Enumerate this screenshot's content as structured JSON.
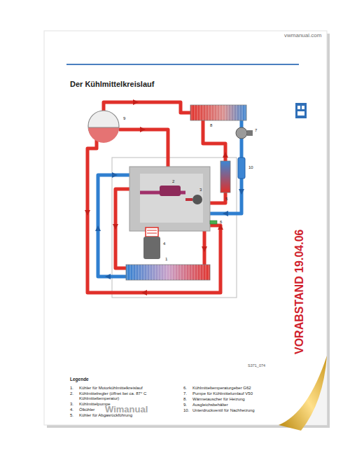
{
  "diagram": {
    "title": "Der Kühlmittelkreislauf",
    "labels": [
      "vwmanual.com",
      "1",
      "2",
      "3",
      "4",
      "5",
      "6",
      "7",
      "8",
      "9",
      "10",
      "S371_074",
      "Legende",
      "1.",
      "2.",
      "3.",
      "4.",
      "5.",
      "6.",
      "7.",
      "8.",
      "9.",
      "10.",
      "VORABSTAND 19.04.06",
      "Wimanual"
    ],
    "legend": [
      {
        "text": "Kühler für Motorkühlmittelkreislauf"
      },
      {
        "text": "Kühlmittelregler (öffnet bei ca. 87° C Kühlmitteltemperatur)"
      },
      {
        "text": "Kühlmittelpumpe"
      },
      {
        "text": "Ölkühler"
      },
      {
        "text": "Kühler für Abgasrückführung"
      },
      {
        "text": "Kühlmitteltemperaturgeber G62"
      },
      {
        "text": "Pumpe für Kühlmittelumlauf V50"
      },
      {
        "text": "Wärmetauscher für Heizung"
      },
      {
        "text": "Ausgleichsbehälter"
      },
      {
        "text": "Unterdruckventil für Nachheizung"
      }
    ]
  }
}
